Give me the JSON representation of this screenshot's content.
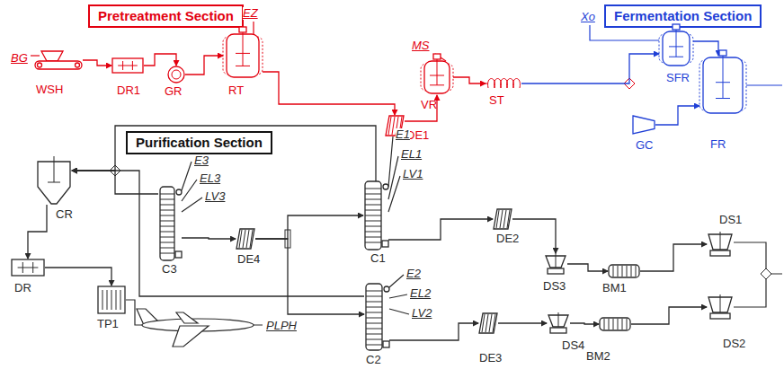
{
  "diagram": {
    "nodes": [
      {
        "text": [
          "Pretreatment Section"
        ]
      },
      {
        "text": [
          "Fermentation Section"
        ]
      },
      {
        "text": [
          "WSH"
        ]
      },
      {
        "text": [
          "DR1"
        ]
      },
      {
        "text": [
          "GR"
        ]
      },
      {
        "text": [
          "RT"
        ]
      },
      {
        "text": [
          "DE1"
        ]
      },
      {
        "text": [
          "VR"
        ]
      },
      {
        "text": [
          "ST"
        ]
      },
      {
        "text": [
          "SFR"
        ]
      },
      {
        "text": [
          "GC"
        ]
      },
      {
        "text": [
          "FR"
        ]
      },
      {
        "text": [
          "Purification Section"
        ]
      },
      {
        "text": [
          "CR"
        ]
      },
      {
        "text": [
          "C3"
        ]
      },
      {
        "text": [
          "DE4"
        ]
      },
      {
        "text": [
          "C1"
        ]
      },
      {
        "text": [
          "DE2"
        ]
      },
      {
        "text": [
          "DS3"
        ]
      },
      {
        "text": [
          "BM1"
        ]
      },
      {
        "text": [
          "DS1"
        ]
      },
      {
        "text": [
          "DR"
        ]
      },
      {
        "text": [
          "C2"
        ]
      },
      {
        "text": [
          "DE3"
        ]
      },
      {
        "text": [
          "DS4"
        ]
      },
      {
        "text": [
          "BM2"
        ]
      },
      {
        "text": [
          "DS2"
        ]
      },
      {
        "text": [
          "TP1"
        ]
      }
    ],
    "edges": [
      {
        "from": 2,
        "to": 3,
        "arrow": "to"
      },
      {
        "from": 3,
        "to": 4,
        "arrow": "to"
      },
      {
        "from": 4,
        "to": 5,
        "arrow": "to"
      },
      {
        "from": 5,
        "to": 6,
        "arrow": "to"
      },
      {
        "from": 6,
        "to": 7,
        "arrow": "to"
      },
      {
        "from": 7,
        "to": 8,
        "arrow": "to"
      },
      {
        "from": 8,
        "to": 9,
        "arrow": "to"
      },
      {
        "from": 9,
        "to": 11,
        "arrow": "to"
      },
      {
        "from": 10,
        "to": 11,
        "arrow": "to"
      },
      {
        "from": 14,
        "to": 15,
        "arrow": "to"
      },
      {
        "from": 15,
        "to": 16,
        "arrow": "to"
      },
      {
        "from": 15,
        "to": 22,
        "arrow": "to"
      },
      {
        "from": 16,
        "to": 17,
        "arrow": "to"
      },
      {
        "from": 17,
        "to": 18,
        "arrow": "to"
      },
      {
        "from": 18,
        "to": 19,
        "arrow": "to"
      },
      {
        "from": 19,
        "to": 20,
        "arrow": "to"
      },
      {
        "from": 22,
        "to": 23,
        "arrow": "to"
      },
      {
        "from": 23,
        "to": 24,
        "arrow": "to"
      },
      {
        "from": 24,
        "to": 25,
        "arrow": "to"
      },
      {
        "from": 25,
        "to": 26,
        "arrow": "to"
      },
      {
        "from": 16,
        "to": 13,
        "arrow": "to"
      },
      {
        "from": 22,
        "to": 13,
        "arrow": "to"
      },
      {
        "from": 14,
        "to": 13,
        "arrow": "to"
      },
      {
        "from": 13,
        "to": 21,
        "arrow": "to"
      },
      {
        "from": 21,
        "to": 27,
        "arrow": "to"
      }
    ],
    "labels": [
      "BG",
      "EZ",
      "MS",
      "Xo",
      "E1",
      "EL1",
      "LV1",
      "E3",
      "EL3",
      "LV3",
      "E2",
      "EL2",
      "LV2",
      "PLPH"
    ]
  }
}
